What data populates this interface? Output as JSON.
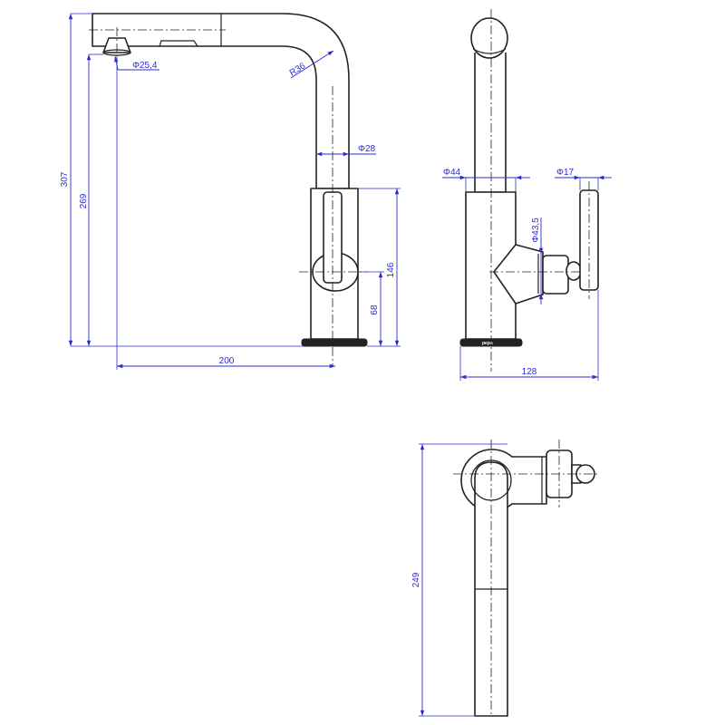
{
  "dimensions": {
    "height_total": "307",
    "height_spout": "269",
    "spout_reach": "200",
    "aerator_dia": "Φ25,4",
    "bend_radius": "R36",
    "tube_dia": "Φ28",
    "body_height": "146",
    "handle_height": "68",
    "body_dia": "Φ44",
    "lever_dia": "Φ17",
    "cartridge_dia": "Φ43,5",
    "side_depth": "128",
    "top_length": "249"
  },
  "brand_mark": "pepa",
  "colors": {
    "outline": "#222222",
    "dimension": "#2b2bd6",
    "fill": "#ffffff"
  }
}
